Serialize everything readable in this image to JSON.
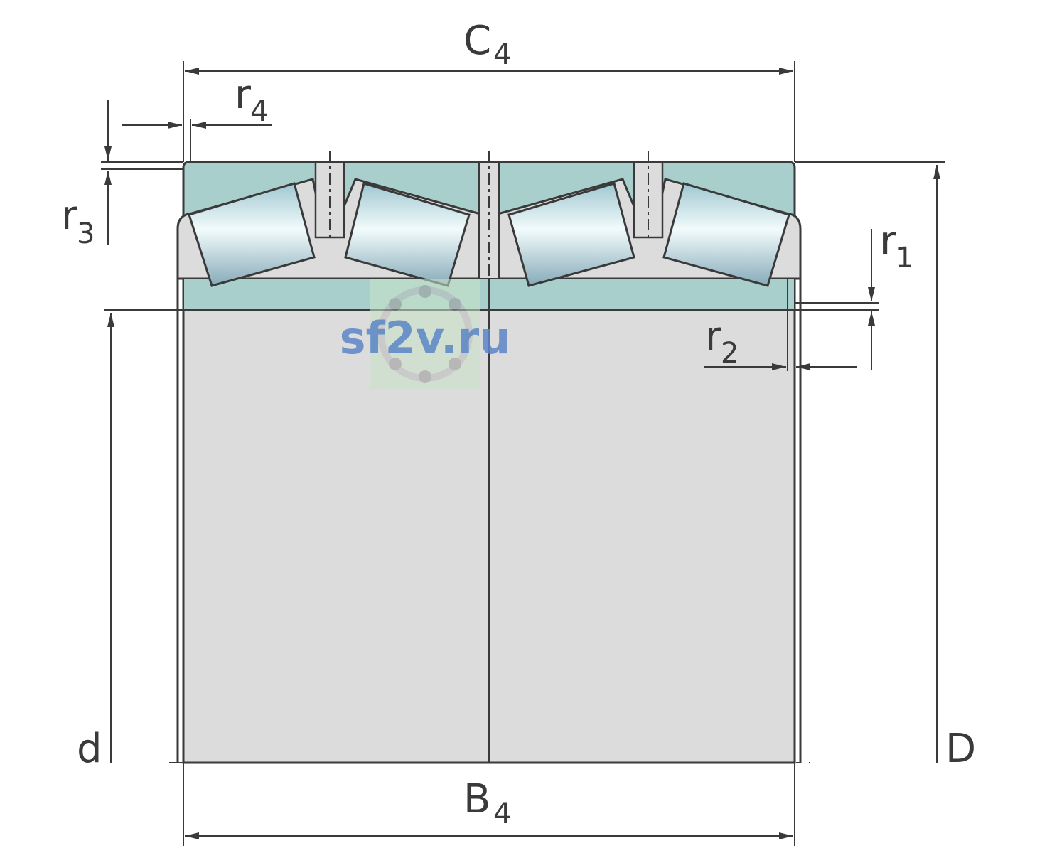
{
  "labels": {
    "c": "C",
    "c_sub": "4",
    "b": "B",
    "b_sub": "4",
    "r1": "r",
    "r1_sub": "1",
    "r2": "r",
    "r2_sub": "2",
    "r3": "r",
    "r3_sub": "3",
    "r4": "r",
    "r4_sub": "4",
    "d": "d",
    "big_d": "D"
  },
  "watermark": {
    "text": "sf2v.ru"
  },
  "colors": {
    "outer_ring": "#a8cfcc",
    "inner_ring": "#dcdcdc",
    "line": "#3a3a3a",
    "watermark": "#5b86c6"
  }
}
